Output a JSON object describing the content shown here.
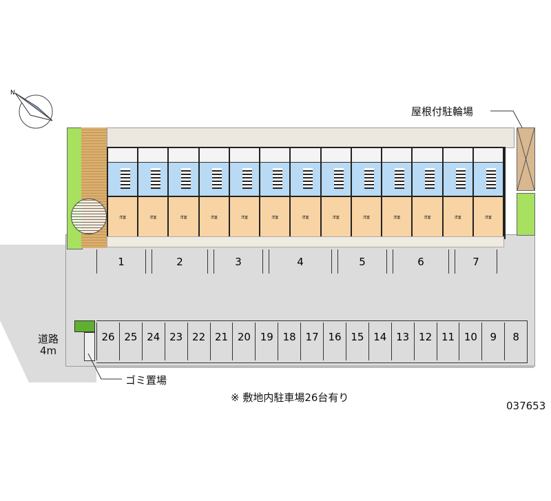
{
  "labels": {
    "bicycle_shed": "屋根付駐輪場",
    "road": "道路",
    "road_width": "4m",
    "trash": "ゴミ置場",
    "note": "※ 敷地内駐車場26台有り",
    "code": "037653",
    "room": "洋室"
  },
  "upper_spots": [
    "1",
    "2",
    "3",
    "4",
    "5",
    "6",
    "7"
  ],
  "lower_spots": [
    "26",
    "25",
    "24",
    "23",
    "22",
    "21",
    "20",
    "19",
    "18",
    "17",
    "16",
    "15",
    "14",
    "13",
    "12",
    "11",
    "10",
    "9",
    "8"
  ],
  "unit_count": 13
}
